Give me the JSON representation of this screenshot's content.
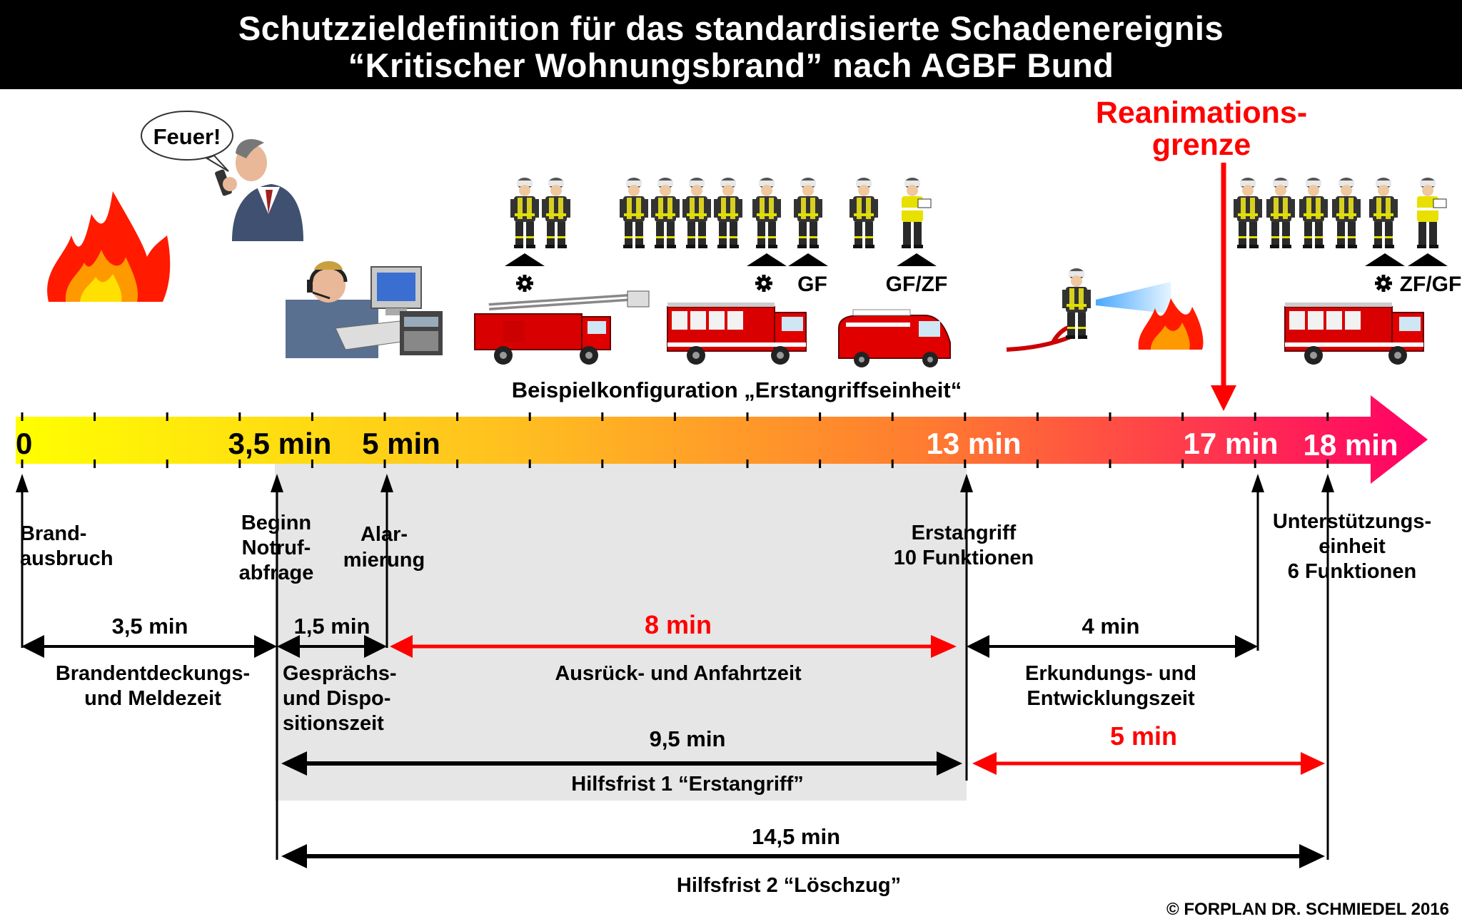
{
  "title": {
    "line1": "Schutzzieldefinition für das standardisierte Schadenereignis",
    "line2": "“Kritischer Wohnungsbrand” nach AGBF Bund"
  },
  "reanimation": {
    "line1": "Reanimations-",
    "line2": "grenze",
    "color": "#ff0000"
  },
  "speech_bubble": "Feuer!",
  "config_caption": "Beispielkonfiguration „Erstangriffseinheit“",
  "vehicle_labels": {
    "gf": "GF",
    "gfzf": "GF/ZF",
    "zfgf": "ZF/GF"
  },
  "timeline": {
    "ticks": [
      "0",
      "3,5 min",
      "5 min",
      "13 min",
      "17 min",
      "18 min"
    ]
  },
  "events": {
    "brandausbruch": {
      "line1": "Brand-",
      "line2": "ausbruch"
    },
    "notruf": {
      "line1": "Beginn",
      "line2": "Notruf-",
      "line3": "abfrage"
    },
    "alarmierung": {
      "line1": "Alar-",
      "line2": "mierung"
    },
    "erstangriff": {
      "line1": "Erstangriff",
      "line2": "10 Funktionen"
    },
    "unterstuetzung": {
      "line1": "Unterstützungs-",
      "line2": "einheit",
      "line3": "6 Funktionen"
    }
  },
  "intervals": {
    "melde": {
      "value": "3,5 min",
      "line1": "Brandentdeckungs-",
      "line2": "und Meldezeit"
    },
    "dispo": {
      "value": "1,5 min",
      "line1": "Gesprächs-",
      "line2": "und Dispo-",
      "line3": "sitionszeit"
    },
    "anfahrt": {
      "value": "8 min",
      "label": "Ausrück- und Anfahrtzeit"
    },
    "erkundung": {
      "value": "4 min",
      "line1": "Erkundungs- und",
      "line2": "Entwicklungszeit"
    },
    "hilfsfrist1": {
      "value": "9,5 min",
      "label": "Hilfsfrist 1 “Erstangriff”"
    },
    "zusatz": {
      "value": "5 min"
    },
    "hilfsfrist2": {
      "value": "14,5 min",
      "label": "Hilfsfrist 2 “Löschzug”"
    }
  },
  "copyright": "© FORPLAN DR. SCHMIEDEL 2016",
  "colors": {
    "red": "#ff0000",
    "gray_box": "#e6e6e6",
    "timeline_start": "#ffff00",
    "timeline_end": "#ff0066"
  }
}
